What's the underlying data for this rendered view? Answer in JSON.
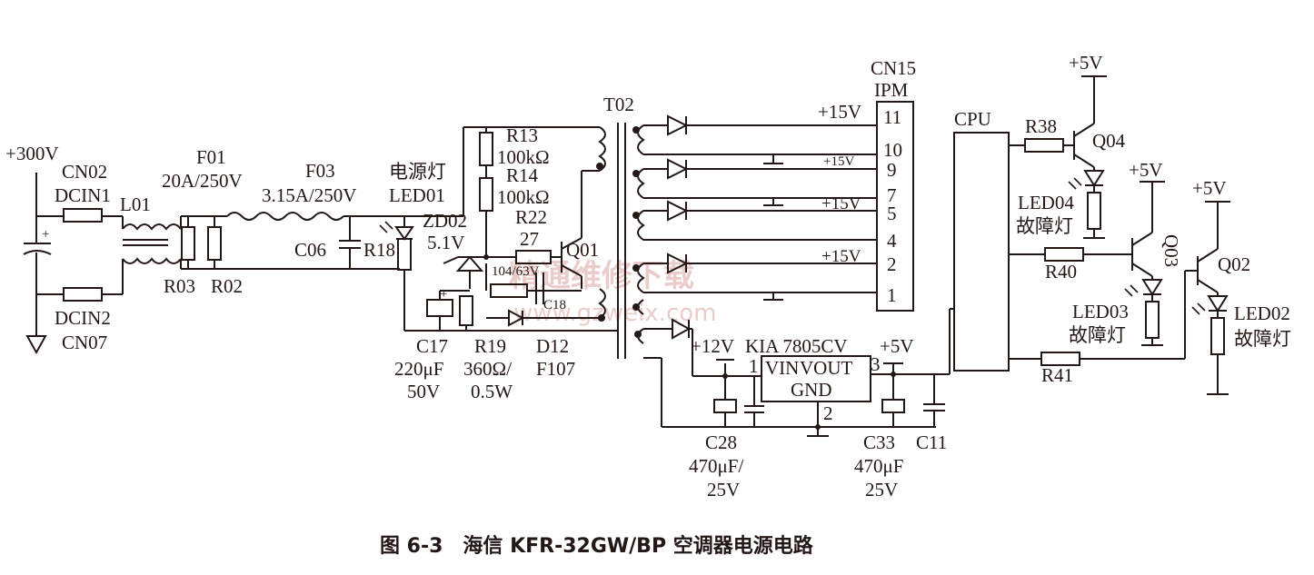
{
  "caption": "图 6-3　海信 KFR-32GW/BP 空调器电源电路",
  "watermark": {
    "cn": "精通维修下载",
    "url": "www.gzweix.com"
  },
  "labels": {
    "v300": "+300V",
    "cn02": "CN02",
    "dcin1": "DCIN1",
    "l01": "L01",
    "dcin2": "DCIN2",
    "cn07": "CN07",
    "f01": "F01",
    "f01_rating": "20A/250V",
    "f03": "F03",
    "f03_rating": "3.15A/250V",
    "r03": "R03",
    "r02": "R02",
    "c06": "C06",
    "r18": "R18",
    "power_lamp": "电源灯",
    "led01": "LED01",
    "zd02": "ZD02",
    "zd02_v": "5.1V",
    "r13": "R13",
    "r13_v": "100kΩ",
    "r14": "R14",
    "r14_v": "100kΩ",
    "r22": "R22",
    "r22_v": "27",
    "q01": "Q01",
    "q01_part": "104/63V",
    "c18": "C18",
    "c17": "C17",
    "c17_v1": "220μF",
    "c17_v2": "50V",
    "r19": "R19",
    "r19_v1": "360Ω/",
    "r19_v2": "0.5W",
    "d12": "D12",
    "d12_part": "F107",
    "t02": "T02",
    "cn15": "CN15",
    "ipm": "IPM",
    "v15_a": "+15V",
    "v15_b": "+15V",
    "v15_c": "+15V",
    "v15_d": "+15V",
    "pins": [
      "11",
      "10",
      "9",
      "7",
      "5",
      "4",
      "2",
      "1"
    ],
    "v12": "+12V",
    "kia": "KIA 7805CV",
    "vin": "VIN",
    "vout": "VOUT",
    "gnd": "GND",
    "pin1": "1",
    "pin2": "2",
    "pin3": "3",
    "v5_reg": "+5V",
    "c28": "C28",
    "c28_v1": "470μF/",
    "c28_v2": "25V",
    "c33": "C33",
    "c33_v1": "470μF",
    "c33_v2": "25V",
    "c11": "C11",
    "cpu": "CPU",
    "r38": "R38",
    "q04": "Q04",
    "v5_a": "+5V",
    "led04": "LED04",
    "fault_a": "故障灯",
    "v5_b": "+5V",
    "q03": "Q03",
    "r40": "R40",
    "led03": "LED03",
    "fault_b": "故障灯",
    "v5_c": "+5V",
    "q02": "Q02",
    "r41": "R41",
    "led02": "LED02",
    "fault_c": "故障灯"
  }
}
